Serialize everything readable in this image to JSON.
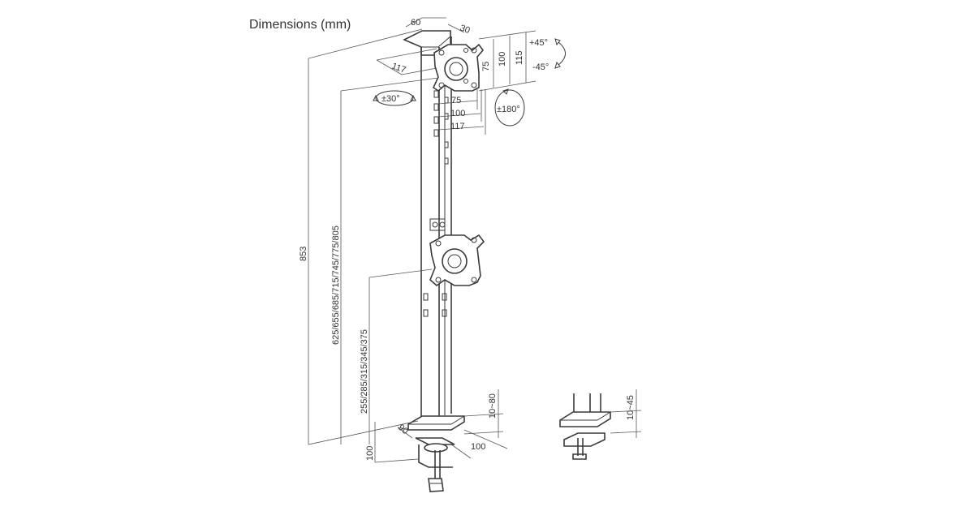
{
  "title": "Dimensions (mm)",
  "labels": {
    "pole_width": "60",
    "pole_depth": "30",
    "plate_offset": "117",
    "swivel": "±30°",
    "tilt_up": "+45°",
    "tilt_down": "-45°",
    "rotate": "±180°",
    "vesa_h_75": "75",
    "vesa_h_100": "100",
    "vesa_h_115": "115",
    "vesa_w_75": "75",
    "vesa_w_100": "100",
    "vesa_w_117": "117",
    "total_height": "853",
    "upper_heights": "625/655/685/715/745/775/805",
    "lower_heights": "255/285/315/345/375",
    "base_depth": "90",
    "base_width": "100",
    "clamp_depth": "100",
    "clamp_range": "10~80",
    "grommet_range": "10~45"
  }
}
